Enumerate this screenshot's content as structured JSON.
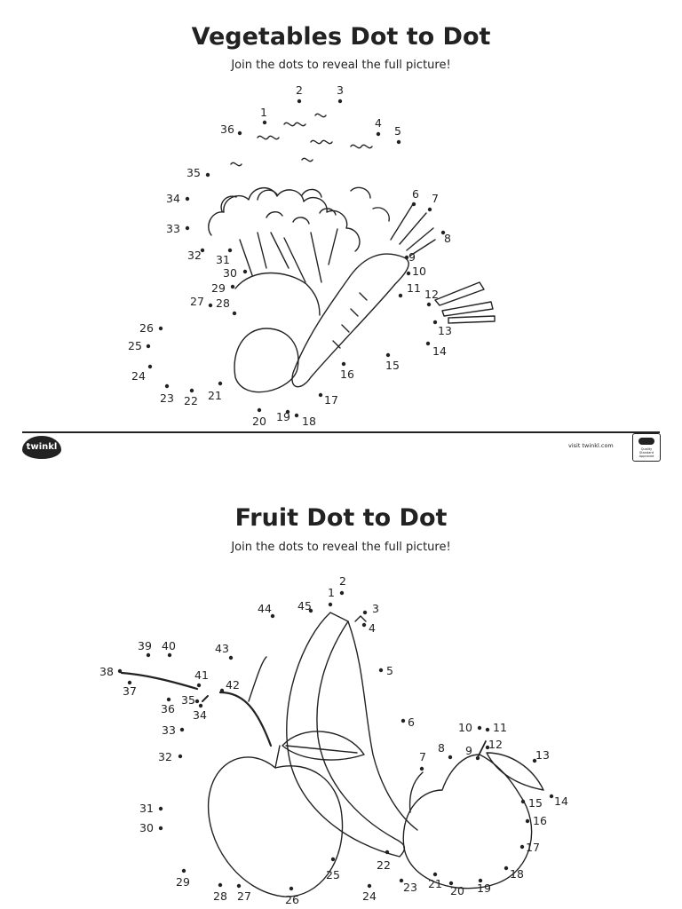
{
  "vegetables": {
    "title": "Vegetables Dot to Dot",
    "subtitle": "Join the dots to reveal the full picture!",
    "dot_count": 36
  },
  "footer": {
    "logo_text": "twinkl",
    "visit_text": "visit twinkl.com",
    "badge_text": "Quality Standard Approved"
  },
  "fruit": {
    "title": "Fruit Dot to Dot",
    "subtitle": "Join the dots to reveal the full picture!",
    "dot_count": 45
  }
}
